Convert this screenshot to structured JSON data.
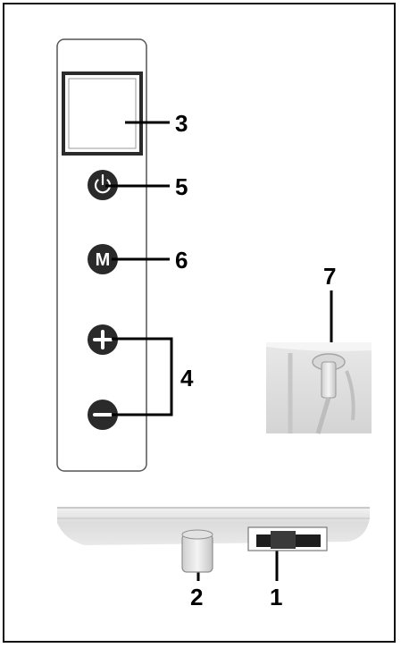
{
  "callouts": {
    "display": "3",
    "power": "5",
    "mode": "6",
    "adjust": "4",
    "cable": "7",
    "plug": "2",
    "switch": "1"
  },
  "buttons": {
    "power": {
      "icon": "power-icon"
    },
    "mode": {
      "icon": "mode-icon",
      "glyph": "M"
    },
    "plus": {
      "icon": "plus-icon"
    },
    "minus": {
      "icon": "minus-icon"
    }
  },
  "colors": {
    "button_fill": "#2a2a2a",
    "panel_stroke": "#555555",
    "callout_line": "#000000"
  }
}
